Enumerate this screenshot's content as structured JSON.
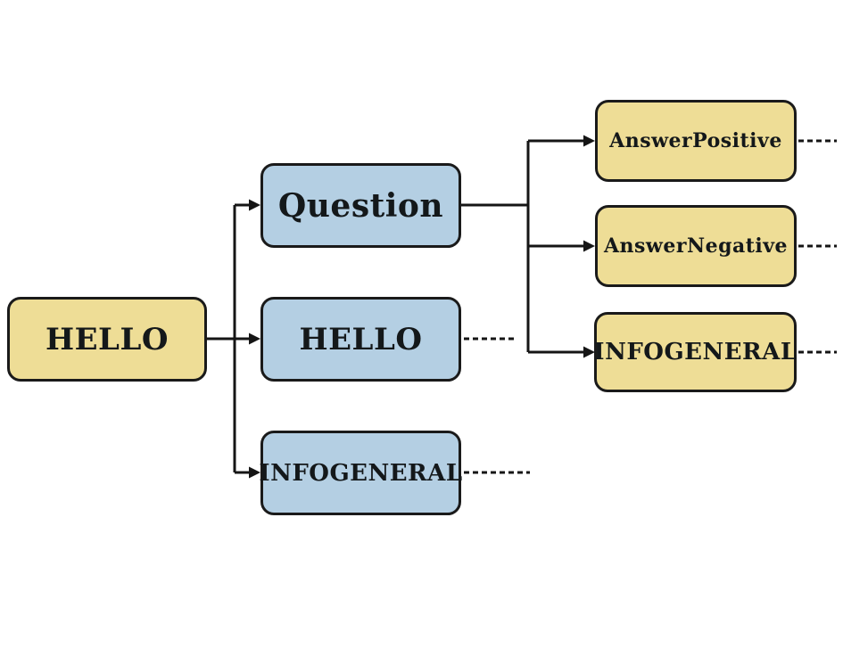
{
  "diagram": {
    "nodes": {
      "root": {
        "label": "HELLO"
      },
      "question": {
        "label": "Question"
      },
      "hello_child": {
        "label": "HELLO"
      },
      "infogeneral_child": {
        "label": "INFOGENERAL"
      },
      "answer_positive": {
        "label": "AnswerPositive"
      },
      "answer_negative": {
        "label": "AnswerNegative"
      },
      "infogeneral_leaf": {
        "label": "INFOGENERAL"
      }
    },
    "colors": {
      "node_yellow": "#eedd96",
      "node_blue": "#b4cfe3",
      "outline": "#1a1a1a",
      "connector": "#151515",
      "background": "#ffffff"
    }
  }
}
